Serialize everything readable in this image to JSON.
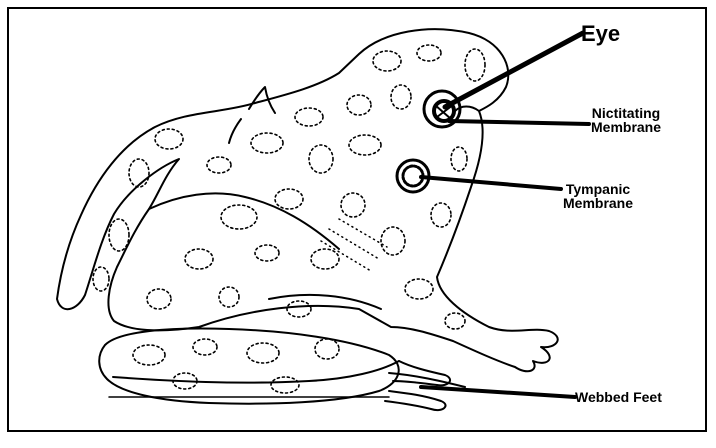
{
  "labels": {
    "eye": "Eye",
    "nictitating_line1": "Nictitating",
    "nictitating_line2": "Membrane",
    "tympanic_line1": "Tympanic",
    "tympanic_line2": "Membrane",
    "webbed_feet": "Webbed Feet"
  },
  "colors": {
    "ink": "#000000",
    "background": "#ffffff"
  }
}
